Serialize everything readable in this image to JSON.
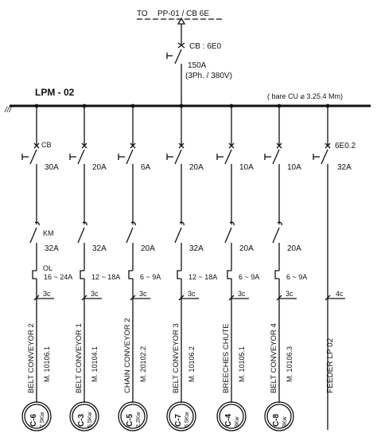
{
  "supply": {
    "to_label": "TO",
    "target": "PP-01 / CB 6E",
    "main_cb": "CB : 6E0",
    "main_rating": "150A",
    "main_phase": "(3Ph. / 380V)"
  },
  "busbar": {
    "name": "LPM - 02",
    "spec": "( bare CU ⌀ 3.25.4 Mm)",
    "ground_symbol": "///"
  },
  "legend": {
    "cb": "CB",
    "km": "KM",
    "ol": "OL"
  },
  "feeders": [
    {
      "cb": "30A",
      "km": "32A",
      "ol": "16 ~ 24A",
      "cable": "3c",
      "name": "BELT CONVEYOR 2",
      "code": "M. 10106.1",
      "tag": "C-6",
      "power": "7.5Kw"
    },
    {
      "cb": "20A",
      "km": "32A",
      "ol": "12 ~ 18A",
      "cable": "3c",
      "name": "BELT CONVEYOR 1",
      "code": "M. 10104.1",
      "tag": "C-3",
      "power": "5.5Kw"
    },
    {
      "cb": "6A",
      "km": "20A",
      "ol": "6 ~ 9A",
      "cable": "3c",
      "name": "CHAIN CONVEYOR 2",
      "code": "M. 20102.2",
      "tag": "C-5",
      "power": "2.2Kw"
    },
    {
      "cb": "20A",
      "km": "32A",
      "ol": "12 ~ 18A",
      "cable": "3c",
      "name": "BELT CONVEYOR 3",
      "code": "M. 10106.2",
      "tag": "C-7",
      "power": "5.5Kw"
    },
    {
      "cb": "10A",
      "km": "20A",
      "ol": "6 ~ 9A",
      "cable": "3c",
      "name": "BREECHES CHUTE",
      "code": "M. 10105.1",
      "tag": "C-4",
      "power": "3Kw"
    },
    {
      "cb": "10A",
      "km": "20A",
      "ol": "6 ~ 9A",
      "cable": "3c",
      "name": "BELT CONVEYOR 4",
      "code": "M. 10106.3",
      "tag": "C-8",
      "power": "3Kw"
    }
  ],
  "spare_feeder": {
    "cb_label": "6E0.2",
    "cb": "32A",
    "cable": "4c",
    "name": "FEEDER  LP 02"
  }
}
